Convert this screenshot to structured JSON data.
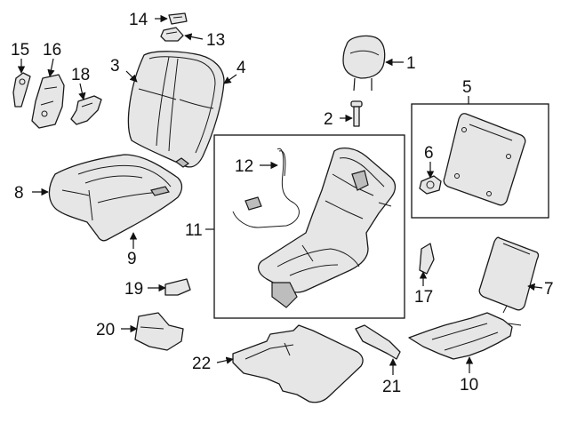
{
  "callouts": [
    {
      "id": "1",
      "text": "1"
    },
    {
      "id": "2",
      "text": "2"
    },
    {
      "id": "3",
      "text": "3"
    },
    {
      "id": "4",
      "text": "4"
    },
    {
      "id": "5",
      "text": "5"
    },
    {
      "id": "6",
      "text": "6"
    },
    {
      "id": "7",
      "text": "7"
    },
    {
      "id": "8",
      "text": "8"
    },
    {
      "id": "9",
      "text": "9"
    },
    {
      "id": "10",
      "text": "10"
    },
    {
      "id": "11",
      "text": "11"
    },
    {
      "id": "12",
      "text": "12"
    },
    {
      "id": "13",
      "text": "13"
    },
    {
      "id": "14",
      "text": "14"
    },
    {
      "id": "15",
      "text": "15"
    },
    {
      "id": "16",
      "text": "16"
    },
    {
      "id": "17",
      "text": "17"
    },
    {
      "id": "18",
      "text": "18"
    },
    {
      "id": "19",
      "text": "19"
    },
    {
      "id": "20",
      "text": "20"
    },
    {
      "id": "21",
      "text": "21"
    },
    {
      "id": "22",
      "text": "22"
    }
  ],
  "colors": {
    "line": "#111111",
    "part_fill": "#e6e6e6",
    "background": "#ffffff"
  }
}
